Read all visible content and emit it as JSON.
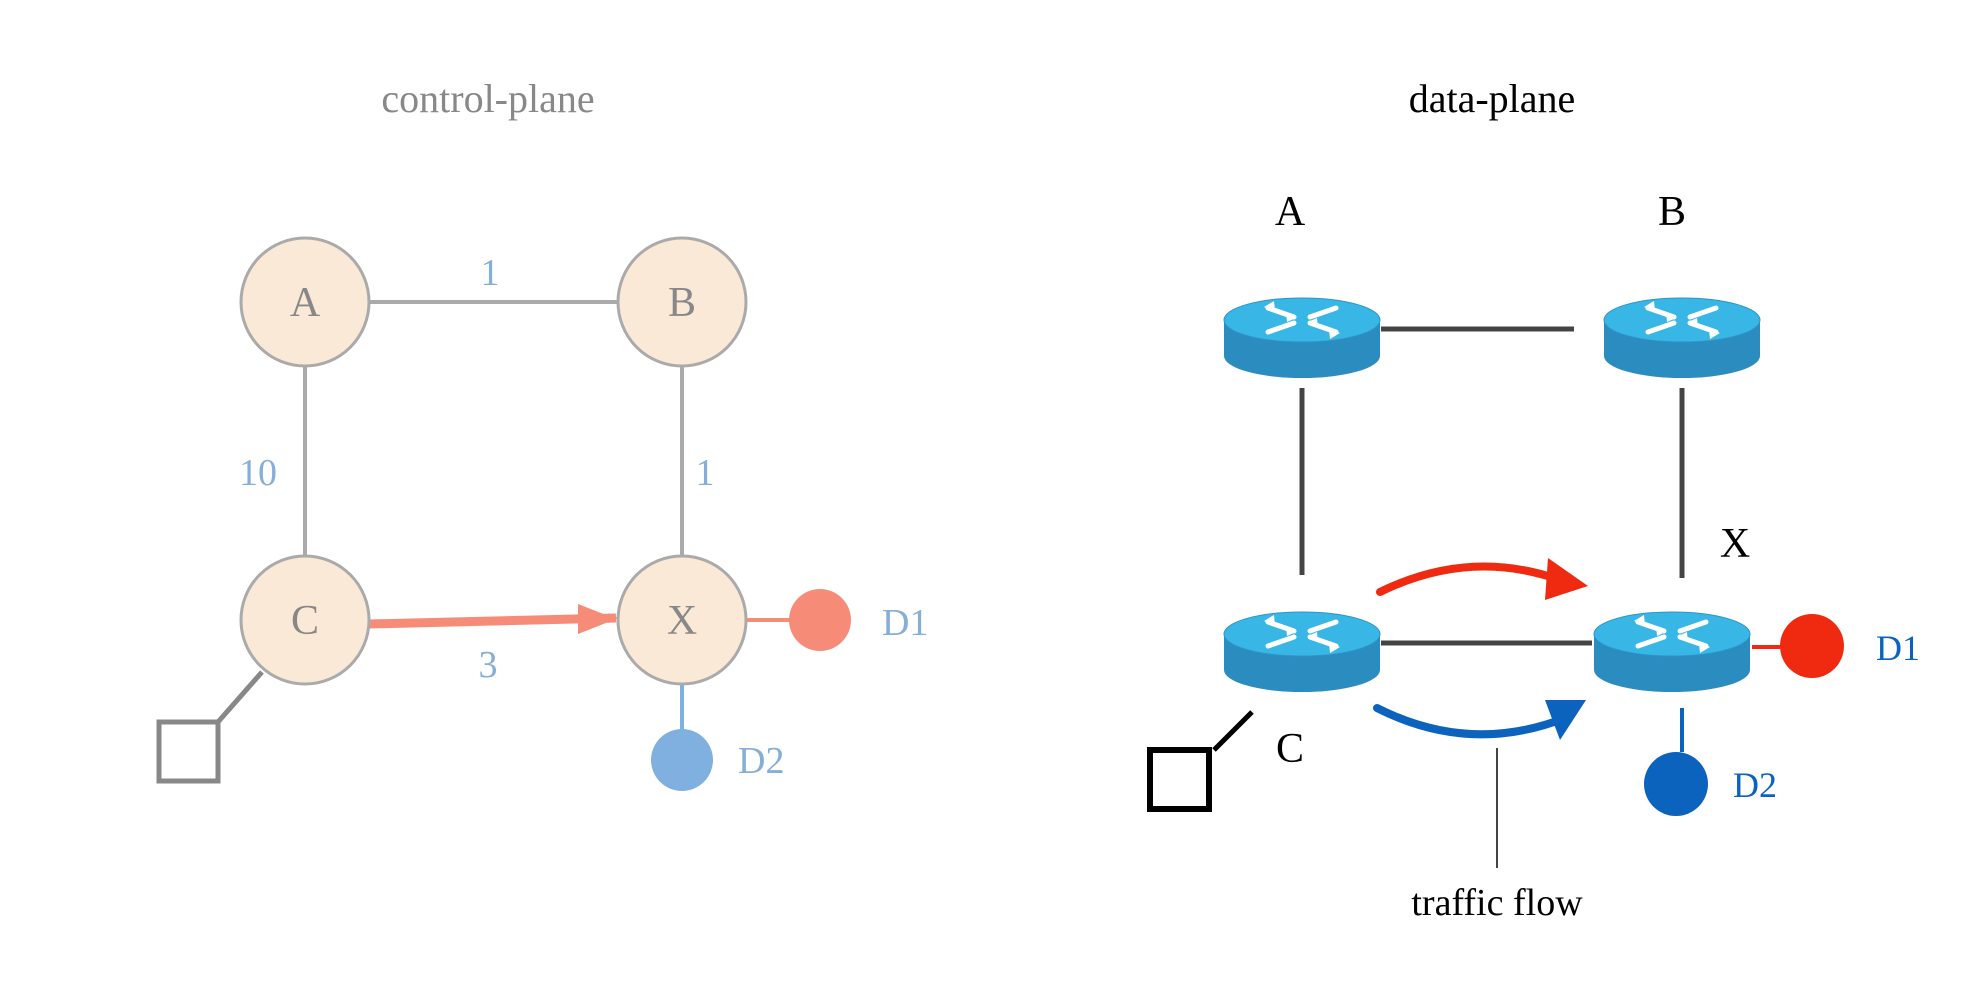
{
  "control_plane": {
    "title": "control-plane",
    "nodes": {
      "A": "A",
      "B": "B",
      "C": "C",
      "X": "X"
    },
    "weights": {
      "ab": "1",
      "ac": "10",
      "bx": "1",
      "cx": "3"
    },
    "destinations": {
      "d1": "D1",
      "d2": "D2"
    }
  },
  "data_plane": {
    "title": "data-plane",
    "routers": {
      "A": "A",
      "B": "B",
      "C": "C",
      "X": "X"
    },
    "destinations": {
      "d1": "D1",
      "d2": "D2"
    },
    "annotation": "traffic flow"
  },
  "colors": {
    "node_fill": "#fbe9d8",
    "node_stroke": "#9e9e9e",
    "muted_text": "#888888",
    "weight_text": "#86aed6",
    "salmon": "#f68c78",
    "light_blue": "#7fb0e0",
    "router_top": "#38b6e6",
    "router_body": "#2b8cc0",
    "red": "#f02a10",
    "dark_blue": "#0b63bd"
  }
}
